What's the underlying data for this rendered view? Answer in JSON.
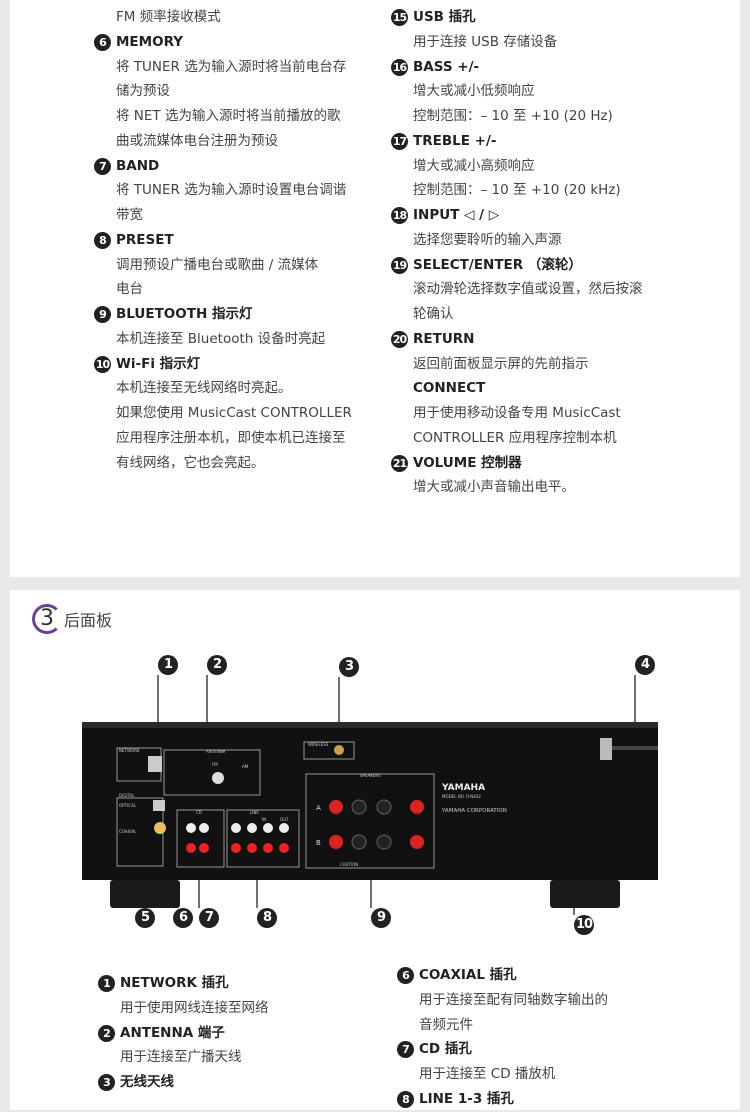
{
  "front_panel": {
    "left": [
      {
        "type": "desc",
        "text": "FM 频率接收模式"
      },
      {
        "type": "title",
        "num": "6",
        "text": "MEMORY"
      },
      {
        "type": "desc",
        "text": "将 TUNER 选为输入源时将当前电台存"
      },
      {
        "type": "desc",
        "text": "储为预设"
      },
      {
        "type": "desc",
        "text": "将 NET 选为输入源时将当前播放的歌"
      },
      {
        "type": "desc",
        "text": "曲或流媒体电台注册为预设"
      },
      {
        "type": "title",
        "num": "7",
        "text": "BAND"
      },
      {
        "type": "desc",
        "text": "将 TUNER 选为输入源时设置电台调谐"
      },
      {
        "type": "desc",
        "text": "带宽"
      },
      {
        "type": "title",
        "num": "8",
        "text": "PRESET"
      },
      {
        "type": "desc",
        "text": "调用预设广播电台或歌曲 / 流媒体"
      },
      {
        "type": "desc",
        "text": "电台"
      },
      {
        "type": "title",
        "num": "9",
        "text": "BLUETOOTH 指示灯"
      },
      {
        "type": "desc",
        "text": "本机连接至 Bluetooth 设备时亮起"
      },
      {
        "type": "title",
        "num": "10",
        "text": "Wi-Fi 指示灯"
      },
      {
        "type": "desc",
        "text": "本机连接至无线网络时亮起。"
      },
      {
        "type": "desc",
        "text": "如果您使用 MusicCast CONTROLLER"
      },
      {
        "type": "desc",
        "text": "应用程序注册本机，即使本机已连接至"
      },
      {
        "type": "desc",
        "text": "有线网络，它也会亮起。"
      }
    ],
    "right": [
      {
        "type": "title",
        "num": "15",
        "text": "USB 插孔"
      },
      {
        "type": "desc",
        "text": "用于连接 USB 存储设备"
      },
      {
        "type": "title",
        "num": "16",
        "text": "BASS +/-"
      },
      {
        "type": "desc",
        "text": "增大或减小低频响应"
      },
      {
        "type": "desc",
        "text": "控制范围：– 10 至 +10 (20 Hz)"
      },
      {
        "type": "title",
        "num": "17",
        "text": "TREBLE +/-"
      },
      {
        "type": "desc",
        "text": "增大或减小高频响应"
      },
      {
        "type": "desc",
        "text": "控制范围：– 10 至 +10 (20 kHz)"
      },
      {
        "type": "title",
        "num": "18",
        "text": "INPUT  ◁ / ▷"
      },
      {
        "type": "desc",
        "text": "选择您要聆听的输入声源"
      },
      {
        "type": "title",
        "num": "19",
        "text": "SELECT/ENTER （滚轮）"
      },
      {
        "type": "desc",
        "text": "滚动滑轮选择数字值或设置，然后按滚"
      },
      {
        "type": "desc",
        "text": "轮确认"
      },
      {
        "type": "title",
        "num": "20",
        "text": "RETURN"
      },
      {
        "type": "desc",
        "text": "返回前面板显示屏的先前指示"
      },
      {
        "type": "title",
        "num": "",
        "text": "CONNECT"
      },
      {
        "type": "desc",
        "text": "用于使用移动设备专用 MusicCast"
      },
      {
        "type": "desc",
        "text": "CONTROLLER 应用程序控制本机"
      },
      {
        "type": "title",
        "num": "21",
        "text": "VOLUME 控制器"
      },
      {
        "type": "desc",
        "text": "增大或减小声音输出电平。"
      }
    ]
  },
  "rear_panel": {
    "section_num": "3",
    "section_title": "后面板",
    "device_labels": {
      "network": "NETWORK",
      "antenna": "ANTENNA",
      "fm": "FM",
      "am": "AM",
      "wireless": "WIRELESS",
      "digital": "DIGITAL",
      "optical": "OPTICAL",
      "coaxial": "COAXIAL",
      "cd": "CD",
      "line": "LINE",
      "in": "IN",
      "out": "OUT",
      "speakers": "SPEAKERS",
      "a": "A",
      "b": "B",
      "brand": "YAMAHA",
      "model": "MODEL NO. R-N402",
      "corp": "YAMAHA CORPORATION",
      "caution": "CAUTION"
    },
    "callouts": [
      "1",
      "2",
      "3",
      "4",
      "5",
      "6",
      "7",
      "8",
      "9",
      "10"
    ],
    "left": [
      {
        "type": "title",
        "num": "1",
        "text": "NETWORK 插孔"
      },
      {
        "type": "desc",
        "text": "用于使用网线连接至网络"
      },
      {
        "type": "title",
        "num": "2",
        "text": "ANTENNA 端子"
      },
      {
        "type": "desc",
        "text": "用于连接至广播天线"
      },
      {
        "type": "title",
        "num": "3",
        "text": "无线天线"
      }
    ],
    "right": [
      {
        "type": "title",
        "num": "6",
        "text": "COAXIAL 插孔"
      },
      {
        "type": "desc",
        "text": "用于连接至配有同轴数字输出的"
      },
      {
        "type": "desc",
        "text": "音频元件"
      },
      {
        "type": "title",
        "num": "7",
        "text": "CD 插孔"
      },
      {
        "type": "desc",
        "text": "用于连接至 CD 播放机"
      },
      {
        "type": "title",
        "num": "8",
        "text": "LINE 1-3 插孔"
      }
    ]
  }
}
